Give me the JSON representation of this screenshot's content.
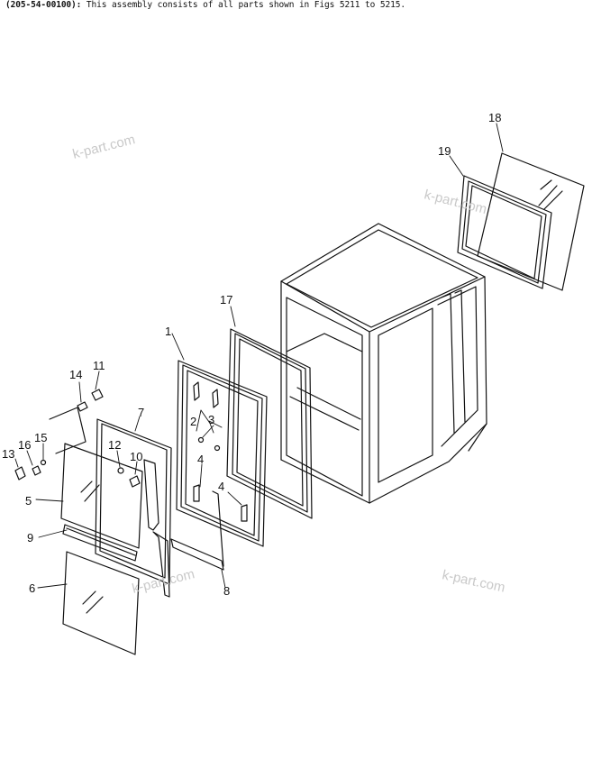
{
  "header": {
    "assembly_code": "(205-54-00100):",
    "note": "This assembly consists of all parts shown in Figs 5211 to 5215."
  },
  "watermark": "k-part.com",
  "callouts": [
    "1",
    "2",
    "3",
    "4",
    "4",
    "5",
    "6",
    "7",
    "8",
    "9",
    "10",
    "11",
    "12",
    "13",
    "14",
    "15",
    "16",
    "17",
    "18",
    "19"
  ],
  "colors": {
    "line": "#111111",
    "watermark": "#c9c9c9",
    "background": "#ffffff"
  }
}
